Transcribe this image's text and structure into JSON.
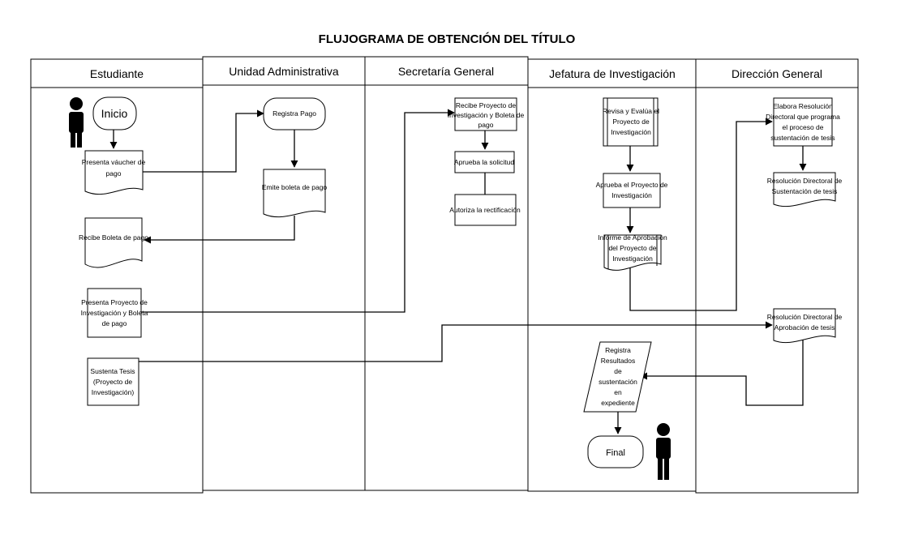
{
  "title": "FLUJOGRAMA DE OBTENCIÓN DEL TÍTULO",
  "lanes": [
    "Estudiante",
    "Unidad Administrativa",
    "Secretaría General",
    "Jefatura de Investigación",
    "Dirección General"
  ],
  "nodes": {
    "inicio": [
      "Inicio"
    ],
    "presenta_vaucher": [
      "Presenta váucher de",
      "pago"
    ],
    "registra_pago": [
      "Registra Pago"
    ],
    "emite_boleta": [
      "Emite boleta de pago"
    ],
    "recibe_boleta": [
      "Recibe Boleta de pago"
    ],
    "presenta_proyecto": [
      "Presenta Proyecto de",
      "Investigación y Boleta",
      "de pago"
    ],
    "sustenta_tesis": [
      "Sustenta Tesis",
      "(Proyecto de",
      "Investigación)"
    ],
    "recibe_proyecto": [
      "Recibe Proyecto de",
      "Investigación y Boleta de",
      "pago"
    ],
    "aprueba_solicitud": [
      "Aprueba la solicitud"
    ],
    "autoriza_rectificacion": [
      "Autoriza la rectificación"
    ],
    "revisa_evalua": [
      "Revisa y Evalúa el",
      "Proyecto de",
      "Investigación"
    ],
    "aprueba_proyecto": [
      "Aprueba el Proyecto de",
      "Investigación"
    ],
    "informe_aprobacion": [
      "Informe de Aprobación",
      "del Proyecto de",
      "Investigación"
    ],
    "registra_resultados": [
      "Registra",
      "Resultados",
      "de",
      "sustentación",
      "en",
      "expediente"
    ],
    "final": [
      "Final"
    ],
    "elabora_resolucion": [
      "Elabora Resolución",
      "Directoral que programa",
      "el proceso de",
      "sustentación de tesis"
    ],
    "resolucion_sustentacion": [
      "Resolución Directoral de",
      "Sustentación de tesis"
    ],
    "resolucion_aprobacion": [
      "Resolución Directoral de",
      "Aprobación de tesis"
    ]
  }
}
